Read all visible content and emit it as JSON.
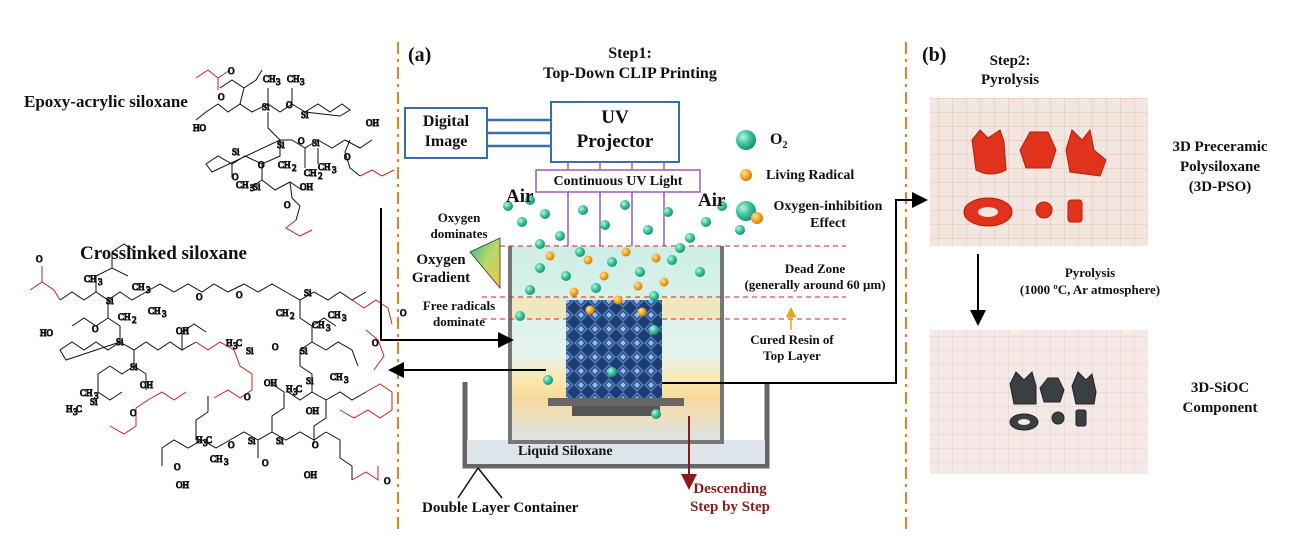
{
  "panel_a": {
    "tag": "(a)",
    "step_title_1": "Step1:",
    "step_title_2": "Top-Down CLIP Printing",
    "digital_1": "Digital",
    "digital_2": "Image",
    "uv_1": "UV",
    "uv_2": "Projector",
    "continuous_uv": "Continuous UV Light",
    "air_left": "Air",
    "air_right": "Air",
    "legend_o2": "O",
    "legend_o2_sub": "2",
    "legend_radical": "Living Radical",
    "legend_inhibit_1": "Oxygen-inhibition",
    "legend_inhibit_2": "Effect",
    "oxygen_dom_1": "Oxygen",
    "oxygen_dom_2": "dominates",
    "gradient_1": "Oxygen",
    "gradient_2": "Gradient",
    "free_rad_1": "Free radicals",
    "free_rad_2": "dominate",
    "dead_zone_1": "Dead Zone",
    "dead_zone_2": "(generally around 60 μm)",
    "cured_1": "Cured Resin of",
    "cured_2": "Top Layer",
    "liquid": "Liquid Siloxane",
    "container": "Double Layer Container",
    "descend_1": "Descending",
    "descend_2": "Step by Step"
  },
  "panel_b": {
    "tag": "(b)",
    "step_title_1": "Step2:",
    "step_title_2": "Pyrolysis",
    "pso_1": "3D Preceramic",
    "pso_2": "Polysiloxane",
    "pso_3": "(3D-PSO)",
    "pyro_1": "Pyrolysis",
    "pyro_2": "(1000 ºC, Ar atmosphere)",
    "sioc_1": "3D-SiOC",
    "sioc_2": "Component"
  },
  "left": {
    "epoxy_title": "Epoxy-acrylic siloxane",
    "crosslinked_title": "Crosslinked siloxane"
  },
  "colors": {
    "accent_orange": "#e8821e",
    "box_blue": "#3b6ea8",
    "box_purple": "#9b59b6",
    "dead_zone_red": "#cc2222",
    "descend_red": "#8b1a1a",
    "molecule_red": "#cc2222"
  }
}
